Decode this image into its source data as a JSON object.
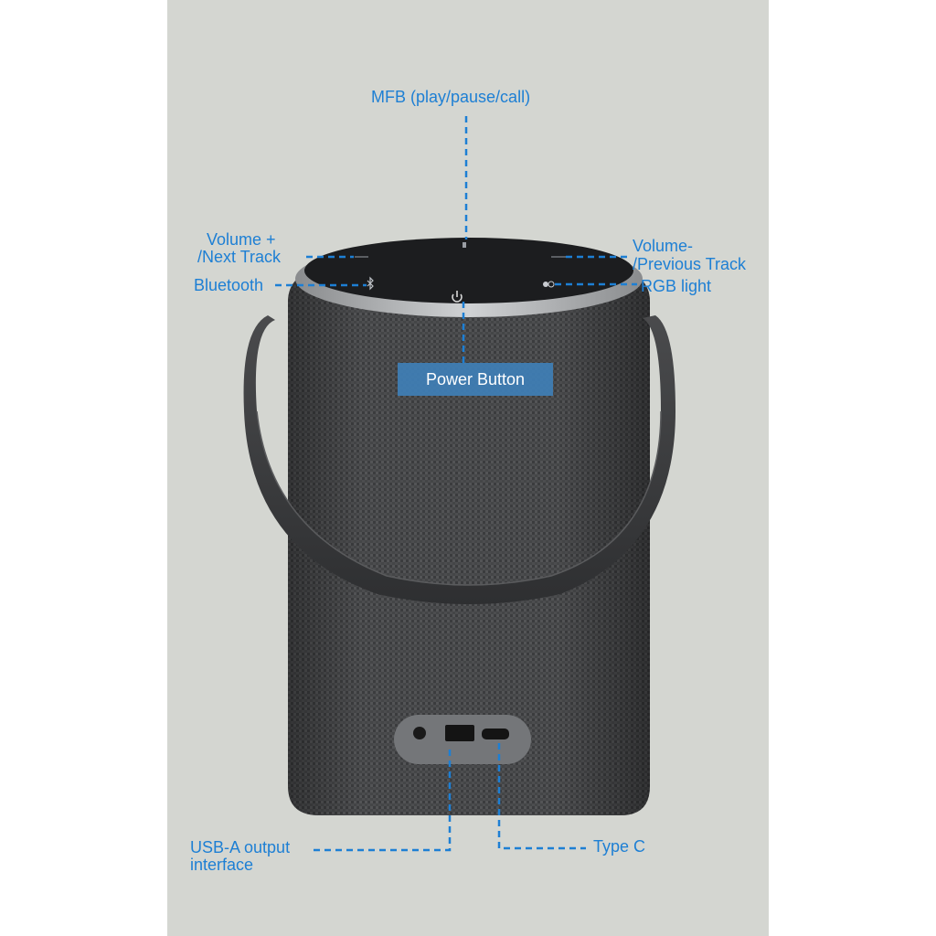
{
  "labels": {
    "mfb": "MFB (play/pause/call)",
    "volume_up_line1": "Volume +",
    "volume_up_line2": "/Next Track",
    "bluetooth": "Bluetooth",
    "volume_down_line1": "Volume-",
    "volume_down_line2": "/Previous Track",
    "rgb_light": "RGB light",
    "power_button": "Power Button",
    "usb_a_line1": "USB-A output",
    "usb_a_line2": "interface",
    "type_c": "Type C"
  },
  "colors": {
    "background": "#d4d6d1",
    "label_blue": "#1d7fd4",
    "speaker_fabric": "#4a4b4d",
    "handle": "#3a3b3d",
    "top_panel": "#1c1d1f",
    "power_box": "#3f7fb6"
  },
  "icons": [
    "power-icon",
    "bluetooth-icon",
    "rgb-light-icon",
    "volume-up-icon",
    "volume-down-icon",
    "mfb-icon"
  ]
}
